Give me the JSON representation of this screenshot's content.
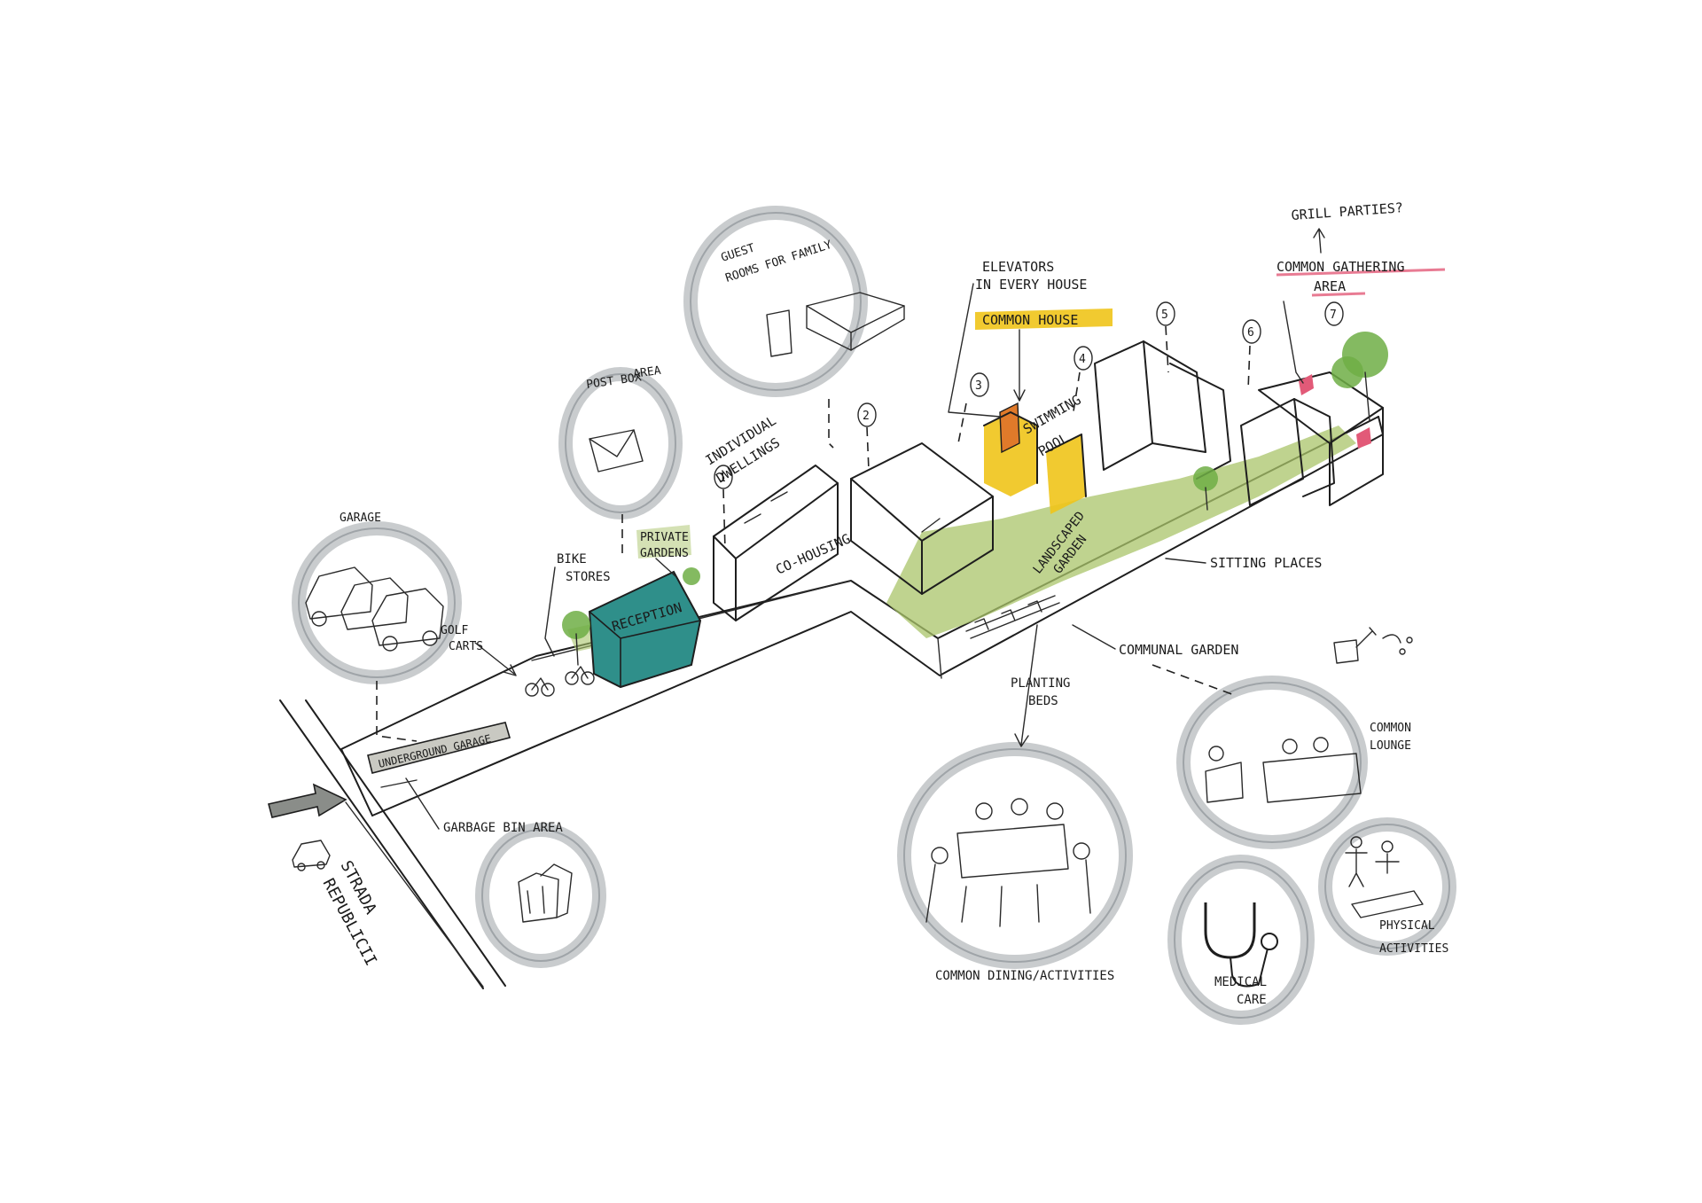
{
  "colors": {
    "reception": "#2f8f8a",
    "common_house": "#f0c419",
    "garden": "#a9c46a",
    "gathering_marker": "#e25a78",
    "tree": "#6fae45",
    "halo": "#c7cacc",
    "ink": "#1e1e1e",
    "underground": "#c9c9c2"
  },
  "labels": {
    "grill_parties": "GRILL PARTIES?",
    "common_gathering": "COMMON GATHERING",
    "common_gathering_2": "AREA",
    "elevators": "ELEVATORS",
    "elevators_2": "IN EVERY HOUSE",
    "common_house": "COMMON HOUSE",
    "guest_rooms": "GUEST",
    "guest_rooms_2": "ROOMS FOR FAMILY",
    "post_box": "POST BOX",
    "post_box_2": "AREA",
    "individual_dwellings": "INDIVIDUAL",
    "individual_dwellings_2": "DWELLINGS",
    "private_gardens": "PRIVATE",
    "private_gardens_2": "GARDENS",
    "garage": "GARAGE",
    "bike_stores": "BIKE",
    "bike_stores_2": "STORES",
    "golf_carts": "GOLF",
    "golf_carts_2": "CARTS",
    "reception": "RECEPTION",
    "co_housing": "CO-HOUSING",
    "swimming_pool": "SWIMMING",
    "swimming_pool_2": "POOL",
    "landscaped_garden": "LANDSCAPED",
    "landscaped_garden_2": "GARDEN",
    "sitting_places": "SITTING PLACES",
    "communal_garden": "COMMUNAL  GARDEN",
    "planting_beds": "PLANTING",
    "planting_beds_2": "BEDS",
    "underground_garage": "UNDERGROUND GARAGE",
    "garbage_bin": "GARBAGE  BIN AREA",
    "street": "STRADA",
    "street_2": "REPUBLICII",
    "common_dining": "COMMON  DINING/ACTIVITIES",
    "common_lounge": "COMMON",
    "common_lounge_2": "LOUNGE",
    "medical_care": "MEDICAL",
    "medical_care_2": "CARE",
    "physical_activities": "PHYSICAL",
    "physical_activities_2": "ACTIVITIES"
  },
  "house_numbers": [
    "1",
    "2",
    "3",
    "4",
    "5",
    "6",
    "7"
  ],
  "icons": {
    "arrow": "street-entry-arrow-icon",
    "car": "car-icon",
    "stethoscope": "stethoscope-icon",
    "envelope": "envelope-icon",
    "watering_can": "watering-can-icon"
  }
}
